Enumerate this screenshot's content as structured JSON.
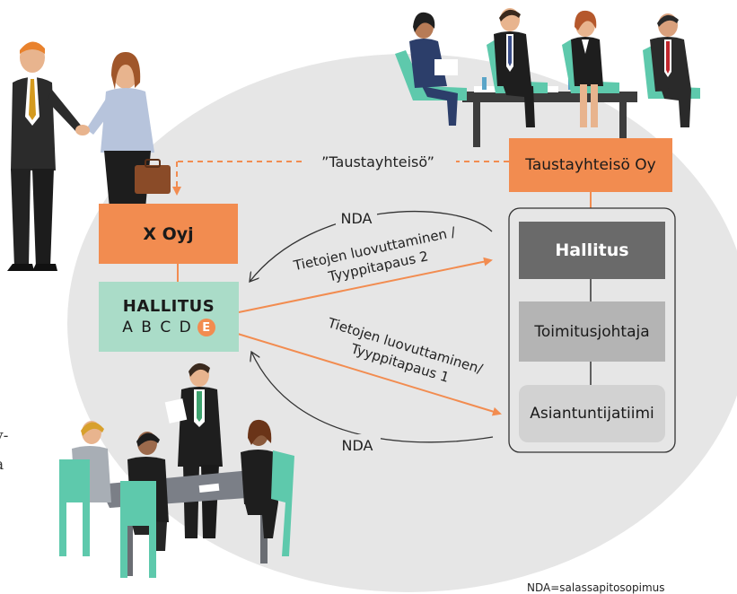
{
  "background_ellipse_color": "#e6e6e6",
  "accent_orange": "#f28c50",
  "green_box_color": "#aadcc8",
  "nodes": {
    "x_oyj": "X Oyj",
    "taustayhteiso_oy": "Taustayhteisö Oy",
    "hallitus_left_title": "HALLITUS",
    "hallitus_left_members": "A B C D",
    "member_e": "E",
    "hallitus_right": "Hallitus",
    "toimitusjohtaja": "Toimitusjohtaja",
    "asiantuntijatiimi": "Asiantuntijatiimi"
  },
  "edge_labels": {
    "taustayhteiso_quote": "”Taustayhteisö”",
    "nda_top": "NDA",
    "tietojen_top_line1": "Tietojen luovuttaminen /",
    "tietojen_top_line2": "Tyyppitapaus 2",
    "tietojen_bottom_line1": "Tietojen luovuttaminen/",
    "tietojen_bottom_line2": "Tyyppitapaus 1",
    "nda_bottom": "NDA"
  },
  "footnote": "NDA=salassapitosopimus",
  "cutoff_text": {
    "line1": "v-",
    "line2": "a"
  }
}
